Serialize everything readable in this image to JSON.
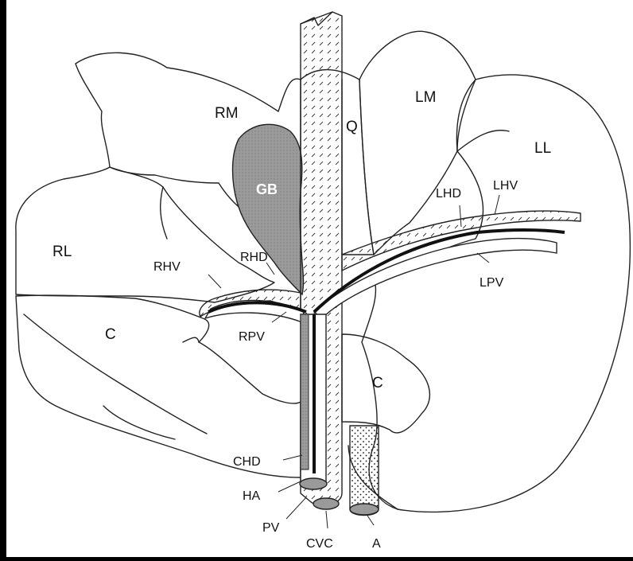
{
  "labels": {
    "RM": "RM",
    "Q": "Q",
    "LM": "LM",
    "LL": "LL",
    "GB": "GB",
    "LHD": "LHD",
    "LHV": "LHV",
    "RL": "RL",
    "RHV": "RHV",
    "RHD": "RHD",
    "LPV": "LPV",
    "C_right_lobe": "C",
    "RPV": "RPV",
    "C_left": "C",
    "CHD": "CHD",
    "HA": "HA",
    "PV": "PV",
    "CVC": "CVC",
    "A": "A"
  },
  "colors": {
    "background": "#000000",
    "paper": "#ffffff",
    "ink": "#222222",
    "gallbladder": "#8a8a8a",
    "duct_dark": "#111111"
  }
}
